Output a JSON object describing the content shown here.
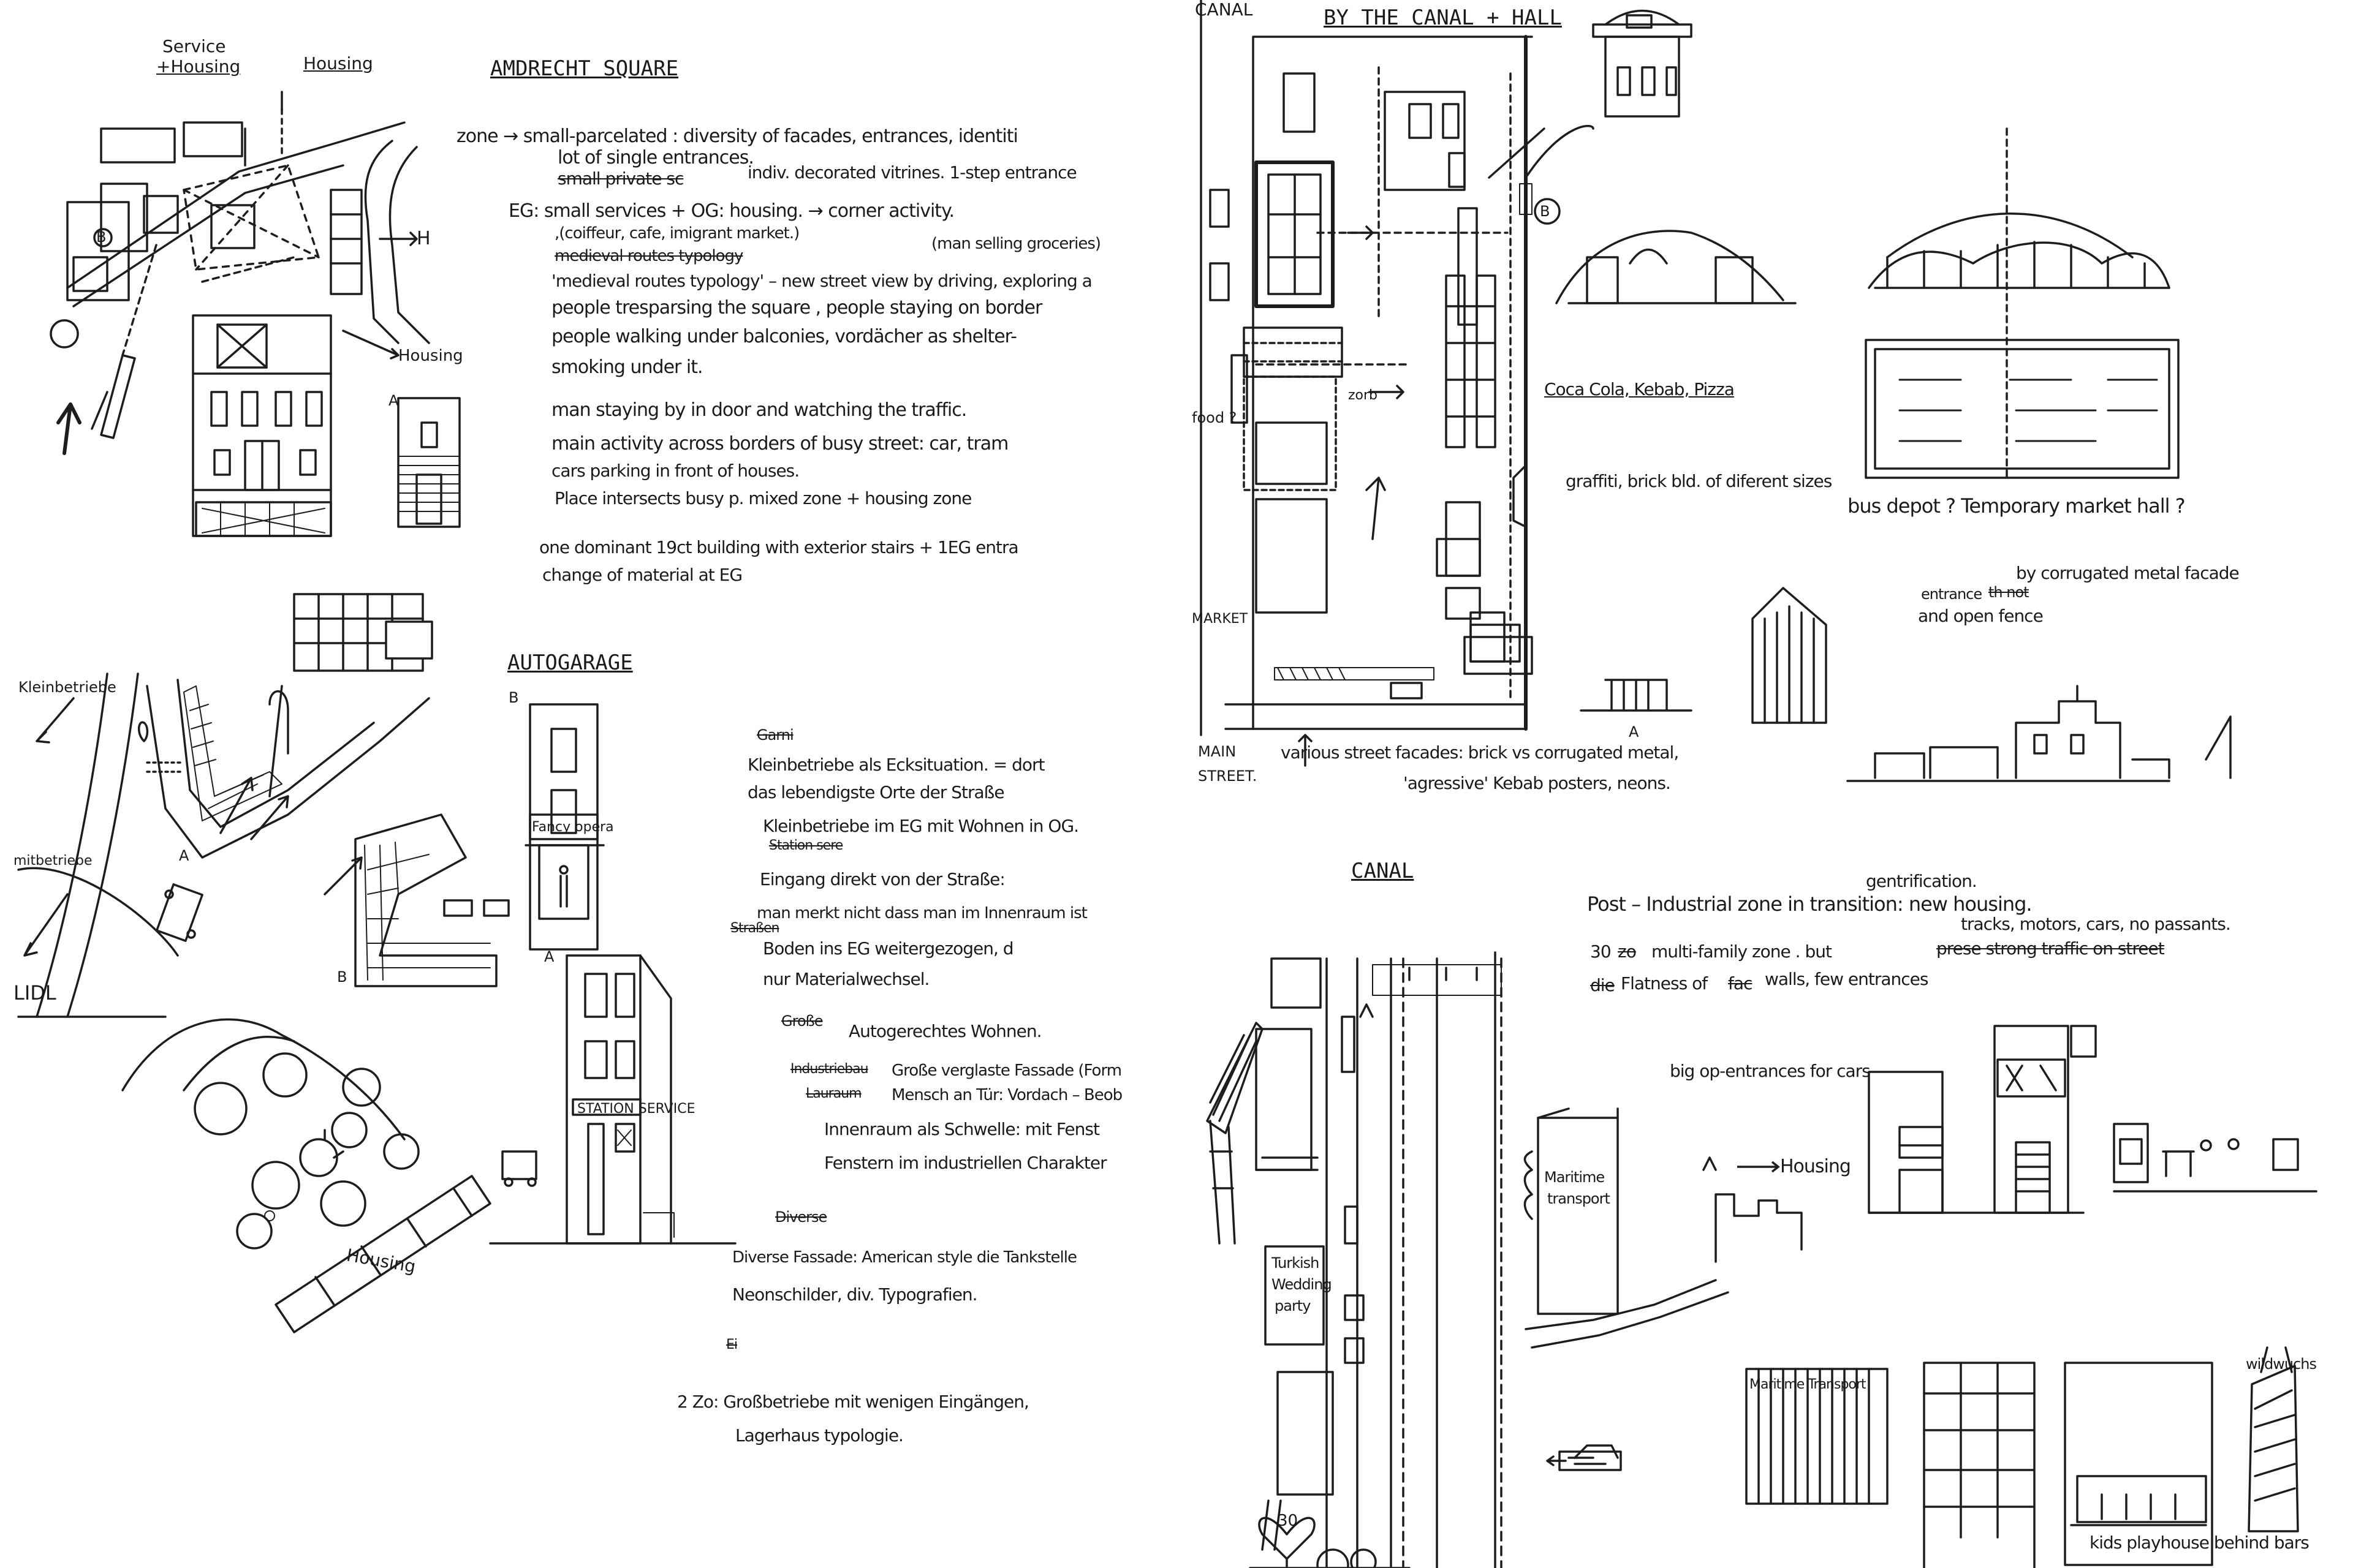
{
  "page1": {
    "left_header": {
      "service_housing_1": "Service",
      "service_housing_2": "+Housing",
      "housing": "Housing"
    },
    "amdrecht_title": "AMDRECHT SQUARE",
    "map_labels": {
      "h": "H",
      "housing_right": "Housing",
      "circle_a": "A",
      "circle_b": "B"
    },
    "notes": [
      "zone → small-parcelated : diversity of facades, entrances, identiti",
      "lot of single entrances.",
      "small private sc",
      "indiv. decorated vitrines. 1-step entrance",
      "EG: small services + OG: housing. → corner activity.",
      ",(coiffeur, cafe, imigrant market.)",
      "(man selling groceries)",
      "medieval routes typology",
      "'medieval routes typology' – new street view by driving, exploring a",
      "people tresparsing the square , people staying on border",
      "people walking under balconies, vordächer as shelter-",
      "smoking under it.",
      "man staying by in door and watching the traffic.",
      "main activity across borders of busy street: car, tram",
      "cars parking in front of houses.",
      "Place intersects busy p. mixed zone + housing zone",
      "one dominant 19ct building with exterior stairs + 1EG entra",
      "change of material at EG"
    ],
    "left_mid_labels": {
      "kleinbetriebe": "Kleinbetriebe",
      "mitbetriebe": "mitbetriebe",
      "lidl": "LIDL",
      "housing_bottom": "Housing",
      "circle_a": "A",
      "circle_b": "B"
    },
    "autogarage_title": "AUTOGARAGE",
    "autogarage_sketch": {
      "circle_b": "B",
      "circle_a": "A",
      "sign_top": "Fancy opera",
      "sign_station": "STATION SERVICE"
    },
    "autogarage_notes": [
      "Garni",
      "Kleinbetriebe als Ecksituation. = dort",
      "das lebendigste Orte der Straße",
      "Kleinbetriebe im EG mit Wohnen in OG.",
      "Station sere",
      "Eingang direkt von der Straße:",
      "man merkt nicht dass man im Innenraum ist",
      "Straßen",
      "Boden ins EG weitergezogen, d",
      "nur Materialwechsel.",
      "Große",
      "Autogerechtes Wohnen.",
      "Industriebau",
      "Große verglaste Fassade (Form",
      "Lauraum",
      "Mensch an Tür: Vordach – Beob",
      "Innenraum als Schwelle: mit Fenst",
      "Fenstern im industriellen Charakter",
      "Diverse",
      "Diverse Fassade: American style die Tankstelle",
      "Neonschilder, div. Typografien.",
      "Ei",
      "2 Zo: Großbetriebe mit wenigen Eingängen,",
      "Lagerhaus typologie."
    ]
  },
  "page2": {
    "canal_corner": "CANAL",
    "canal_hall_title": "BY THE CANAL + HALL",
    "map_labels": {
      "food": "food ?",
      "market": "MARKET",
      "main_1": "MAIN",
      "main_2": "STREET.",
      "circle_b": "B",
      "circle_a": "A",
      "zorb": "zorb"
    },
    "annotations": {
      "coca": "Coca Cola, Kebab, Pizza",
      "graffiti": "graffiti, brick bld. of diferent sizes",
      "bus_depot": "bus depot ? Temporary market hall ?",
      "corrugated": "by corrugated metal facade",
      "entrance": "entrance",
      "entrance_strike": "th not",
      "open_fence": "and open fence",
      "various_1": "various street facades: brick vs corrugated metal,",
      "various_2": "'agressive' Kebab posters, neons."
    },
    "canal_title": "CANAL",
    "canal_notes": {
      "gentrification": "gentrification.",
      "post_industrial": "Post – Industrial zone in transition: new housing.",
      "tracks": "tracks, motors, cars, no passants.",
      "zone_line_a": "30",
      "zone_line_strike": "zo",
      "zone_line_b": "multi-family zone . but",
      "zone_line_strike2": "prese strong traffic on street",
      "flatness_strike": "die",
      "flatness_a": "Flatness of",
      "flatness_strike2": "fac",
      "flatness_b": "walls, few entrances",
      "big_op": "big op-entrances for cars",
      "housing": "Housing",
      "maritime_1": "Maritime",
      "maritime_2": "transport",
      "turkish_1": "Turkish",
      "turkish_2": "Wedding",
      "turkish_3": "party",
      "maritime_top": "Maritime Transport",
      "kids": "kids playhouse behind bars",
      "wildwuchs": "wildwuchs",
      "speed": "30"
    }
  }
}
